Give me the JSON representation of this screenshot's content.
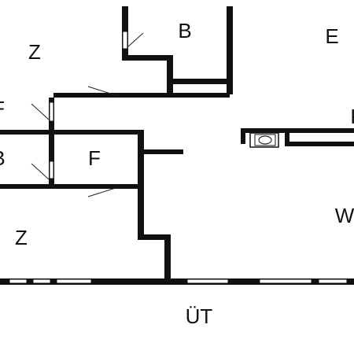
{
  "rooms": {
    "z_top": "Z",
    "b_top": "B",
    "e": "E",
    "f_left": "F",
    "b_left": "B",
    "f_center": "F",
    "k": "K",
    "w": "W",
    "z_bottom": "Z",
    "ut": "ÜT"
  },
  "colors": {
    "wall": "#111111",
    "background": "#ffffff"
  },
  "icons": {
    "stove": "stove-icon"
  }
}
